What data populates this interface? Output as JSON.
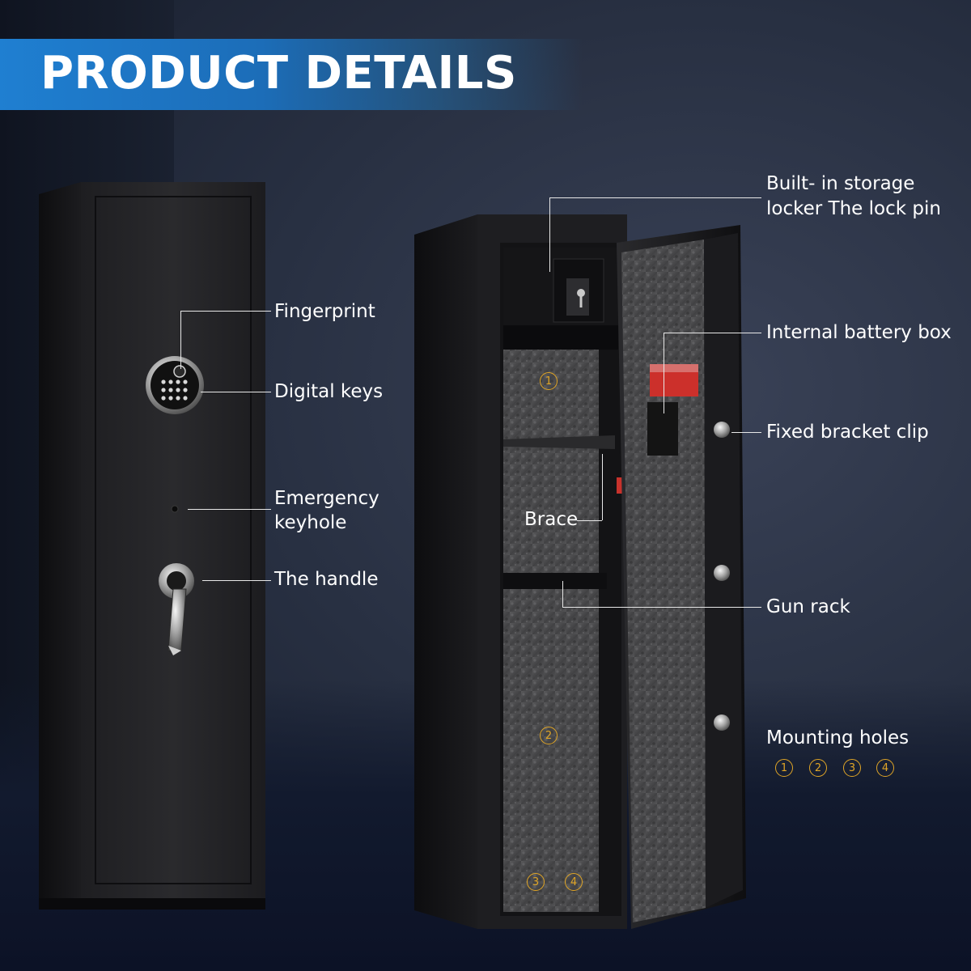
{
  "header": {
    "title": "PRODUCT DETAILS"
  },
  "left_callouts": {
    "fingerprint": "Fingerprint",
    "digital_keys": "Digital keys",
    "emergency_keyhole_line1": "Emergency",
    "emergency_keyhole_line2": "keyhole",
    "handle": "The handle"
  },
  "right_callouts": {
    "storage_line1": "Built- in storage",
    "storage_line2": "locker The lock pin",
    "battery_box": "Internal battery box",
    "bracket_clip": "Fixed bracket clip",
    "brace": "Brace",
    "gun_rack": "Gun rack",
    "mounting_holes": "Mounting holes"
  },
  "mounting_numbers": [
    "1",
    "2",
    "3",
    "4"
  ],
  "colors": {
    "header_blue": "#1f7fd1",
    "badge_gold": "#e0a526",
    "safe_body": "#1c1c1e",
    "felt_gray": "#4a4a4c"
  }
}
